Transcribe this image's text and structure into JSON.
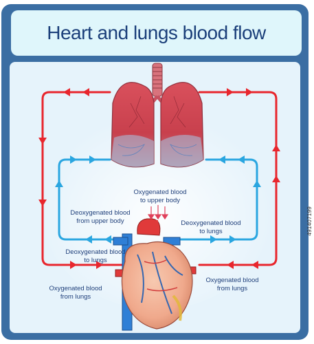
{
  "title": "Heart and lungs blood flow",
  "labels": {
    "oxy_upper_1": "Oxygenated blood",
    "oxy_upper_2": "to upper body",
    "deoxy_from_upper_1": "Deoxygenated blood",
    "deoxy_from_upper_2": "from upper body",
    "deoxy_to_lungs_right_1": "Deoxygenated blood",
    "deoxy_to_lungs_right_2": "to lungs",
    "deoxy_to_lungs_left_1": "Deoxygenated blood",
    "deoxy_to_lungs_left_2": "to lungs",
    "oxy_from_lungs_left_1": "Oxygenated blood",
    "oxy_from_lungs_left_2": "from lungs",
    "oxy_from_lungs_right_1": "Oxygenated blood",
    "oxy_from_lungs_right_2": "from lungs"
  },
  "stock_id": "491407199",
  "colors": {
    "frame": "#3b6ea3",
    "panel": "#e6f3fb",
    "title_bg": "#dff6fb",
    "title_text": "#1b3f7a",
    "oxygenated_flow": "#e8262d",
    "deoxygenated_flow": "#2aa6e0",
    "label_text": "#1f3f7a"
  }
}
